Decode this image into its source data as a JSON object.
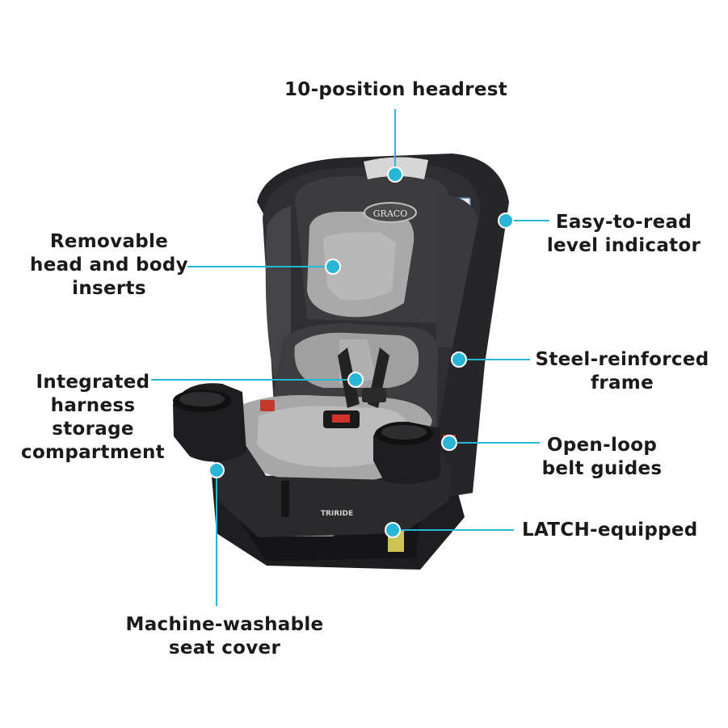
{
  "callouts": {
    "headrest": "10-position headrest",
    "inserts": "Removable\nhead and body\ninserts",
    "level": "Easy-to-read\nlevel indicator",
    "harness": "Integrated\nharness\nstorage\ncompartment",
    "frame": "Steel-reinforced\nframe",
    "belt_guides": "Open-loop\nbelt guides",
    "latch": "LATCH-equipped",
    "cover": "Machine-washable\nseat cover"
  },
  "product": {
    "brand_logo": "GRACO",
    "model_logo": "TRIRIDE"
  },
  "colors": {
    "accent": "#29b6d6",
    "text": "#1a1a1a",
    "seat_dark": "#2b2b2d",
    "seat_mid": "#4a4a4c",
    "cushion": "#a9a9a9",
    "cushion_light": "#bdbdbd"
  }
}
